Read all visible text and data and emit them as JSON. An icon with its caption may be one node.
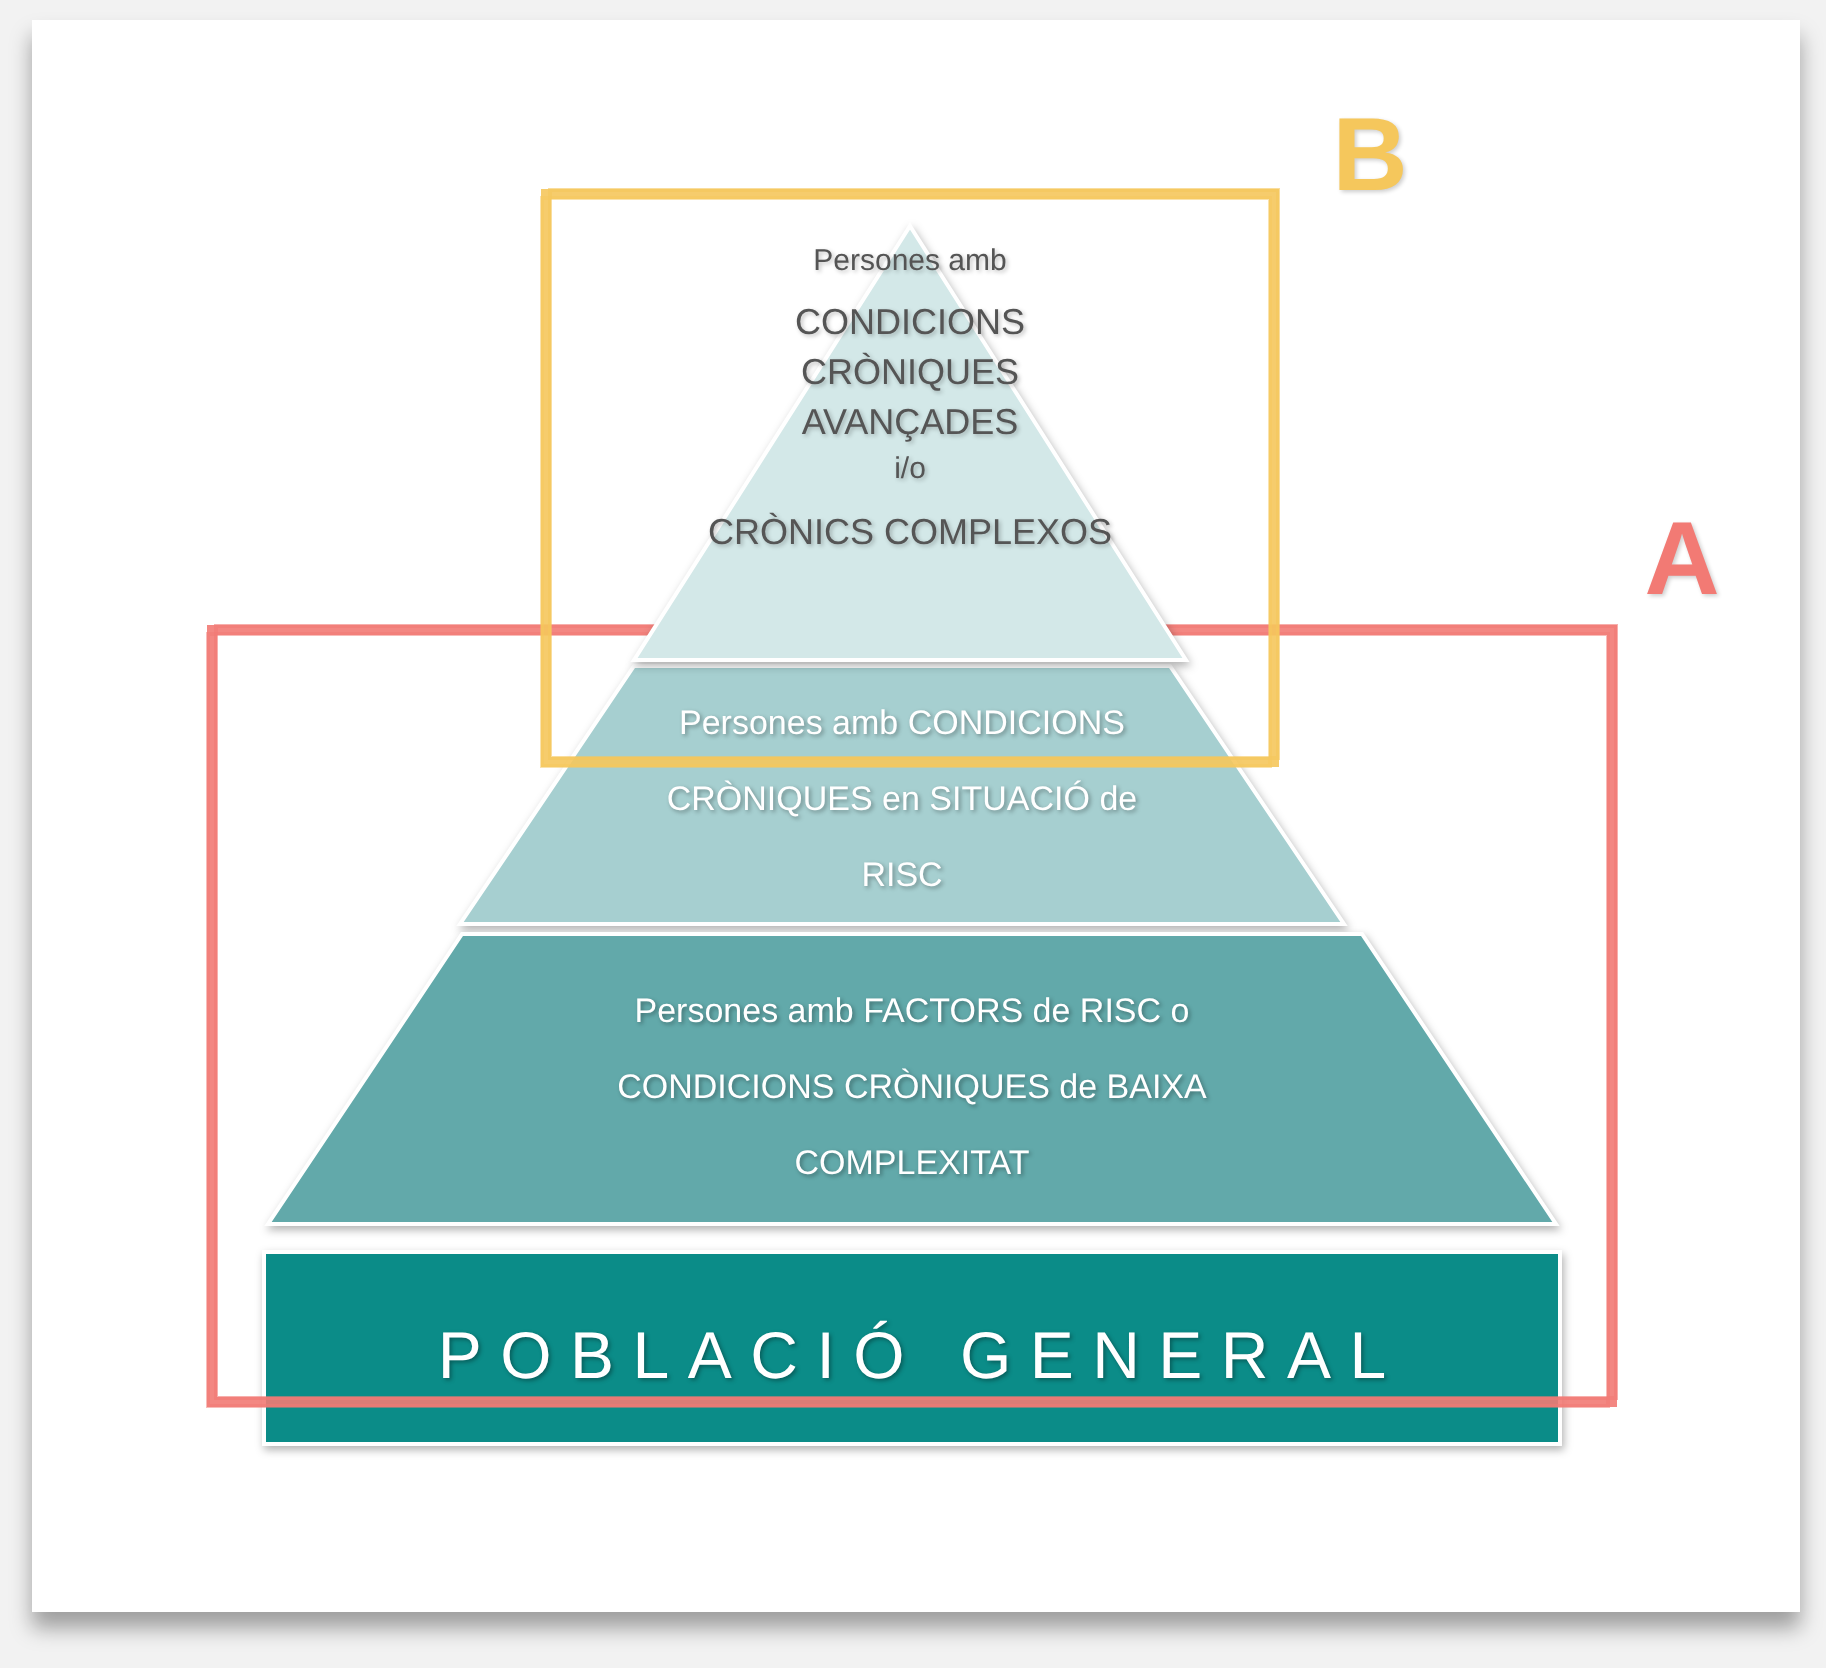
{
  "diagram": {
    "nodes": [
      {
        "text": [
          "B"
        ]
      },
      {
        "text": [
          "Persones amb",
          "CONDICIONS CRÒNIQUES AVANÇADES",
          "i/o",
          "CRÒNICS COMPLEXOS"
        ],
        "in": 0
      },
      {
        "text": [
          "A"
        ]
      },
      {
        "text": [
          "Persones amb CONDICIONS CRÒNIQUES en SITUACIÓ de RISC"
        ],
        "in": 2
      },
      {
        "text": [
          "Persones amb FACTORS de RISC o CONDICIONS CRÒNIQUES de BAIXA COMPLEXITAT"
        ],
        "in": 2
      },
      {
        "text": [
          "POBLACIÓ GENERAL"
        ]
      }
    ]
  }
}
